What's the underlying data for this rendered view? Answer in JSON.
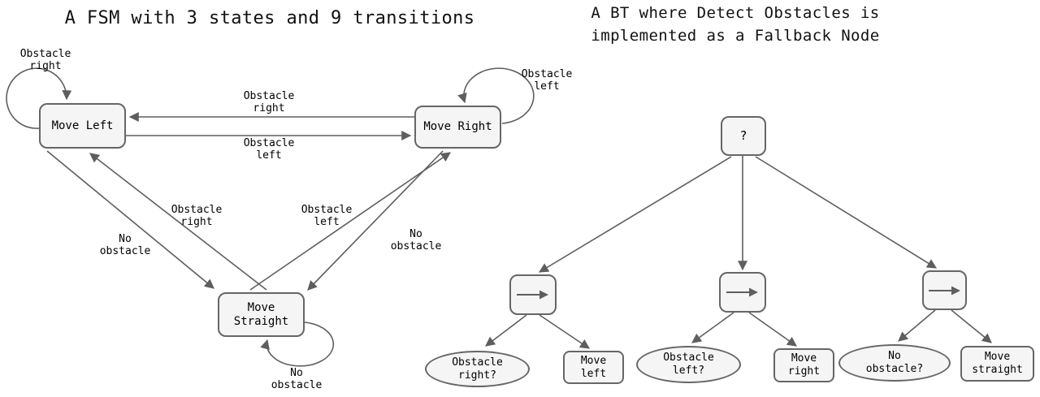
{
  "fsm": {
    "title": "A FSM with 3 states and 9 transitions",
    "states": [
      {
        "id": "move-left",
        "label": "Move Left"
      },
      {
        "id": "move-right",
        "label": "Move Right"
      },
      {
        "id": "move-straight",
        "label": "Move\nStraight"
      }
    ],
    "transitions": [
      {
        "id": "self-loop-move-left",
        "label": "Obstacle\nright"
      },
      {
        "id": "move-right-to-move-left",
        "label": "Obstacle\nright"
      },
      {
        "id": "move-left-to-move-right",
        "label": "Obstacle\nleft"
      },
      {
        "id": "self-loop-move-right",
        "label": "Obstacle\nleft"
      },
      {
        "id": "move-straight-to-move-left",
        "label": "Obstacle\nright"
      },
      {
        "id": "move-left-to-move-straight",
        "label": "No\nobstacle"
      },
      {
        "id": "move-right-to-move-straight",
        "label": "Obstacle\nleft"
      },
      {
        "id": "move-straight-to-move-right",
        "label": "No\nobstacle"
      },
      {
        "id": "self-loop-move-straight",
        "label": "No\nobstacle"
      }
    ]
  },
  "bt": {
    "title": "A BT where Detect Obstacles is\nimplemented as a Fallback Node",
    "root": {
      "label": "?",
      "type": "fallback-node"
    },
    "sequence_nodes": [
      {
        "id": "sequence-1",
        "icon": "right-arrow-icon"
      },
      {
        "id": "sequence-2",
        "icon": "right-arrow-icon"
      },
      {
        "id": "sequence-3",
        "icon": "right-arrow-icon"
      }
    ],
    "leaves": [
      {
        "id": "condition-obstacle-right",
        "shape": "ellipse",
        "label": "Obstacle\nright?"
      },
      {
        "id": "action-move-left",
        "shape": "rect",
        "label": "Move\nleft"
      },
      {
        "id": "condition-obstacle-left",
        "shape": "ellipse",
        "label": "Obstacle\nleft?"
      },
      {
        "id": "action-move-right",
        "shape": "rect",
        "label": "Move\nright"
      },
      {
        "id": "condition-no-obstacle",
        "shape": "ellipse",
        "label": "No\nobstacle?"
      },
      {
        "id": "action-move-straight",
        "shape": "rect",
        "label": "Move\nstraight"
      }
    ]
  },
  "colors": {
    "node_fill": "#f5f5f5",
    "node_border": "#666666",
    "edge": "#5e5e5e",
    "text": "#000000",
    "background": "#ffffff"
  }
}
